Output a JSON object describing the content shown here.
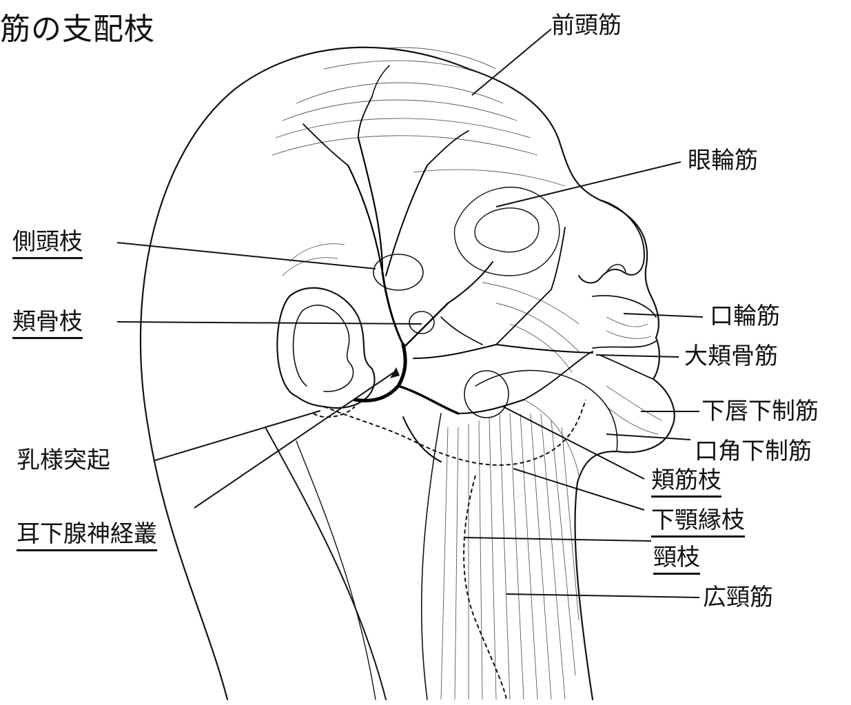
{
  "title": "筋の支配枝",
  "labels": {
    "frontalis": "前頭筋",
    "orbicularis_oculi": "眼輪筋",
    "temporal_branch": "側頭枝",
    "zygomatic_branch": "頬骨枝",
    "orbicularis_oris": "口輪筋",
    "zygomaticus_major": "大頬骨筋",
    "depressor_labii_inferioris": "下唇下制筋",
    "depressor_anguli_oris": "口角下制筋",
    "mastoid_process": "乳様突起",
    "buccal_branch": "頬筋枝",
    "parotid_plexus": "耳下腺神経叢",
    "marginal_mandibular_branch": "下顎縁枝",
    "cervical_branch": "頸枝",
    "platysma": "広頸筋"
  },
  "colors": {
    "ink": "#111111",
    "background": "#ffffff"
  }
}
